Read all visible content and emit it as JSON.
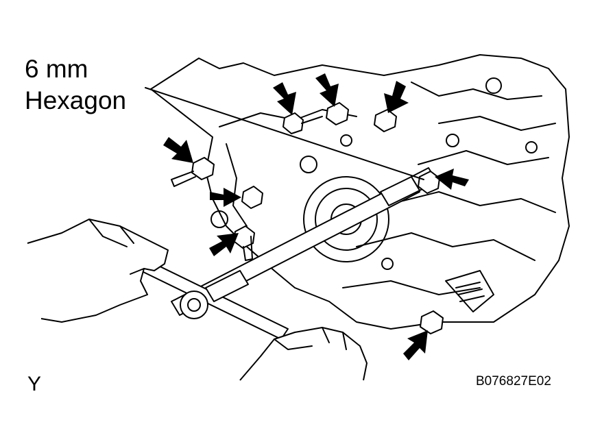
{
  "callout": {
    "line1": "6 mm",
    "line2": "Hexagon"
  },
  "view_letter": "Y",
  "figure_code": "B076827E02",
  "colors": {
    "ink": "#000000",
    "paper": "#ffffff"
  },
  "icons": [
    "arrow-pointer-icon"
  ]
}
